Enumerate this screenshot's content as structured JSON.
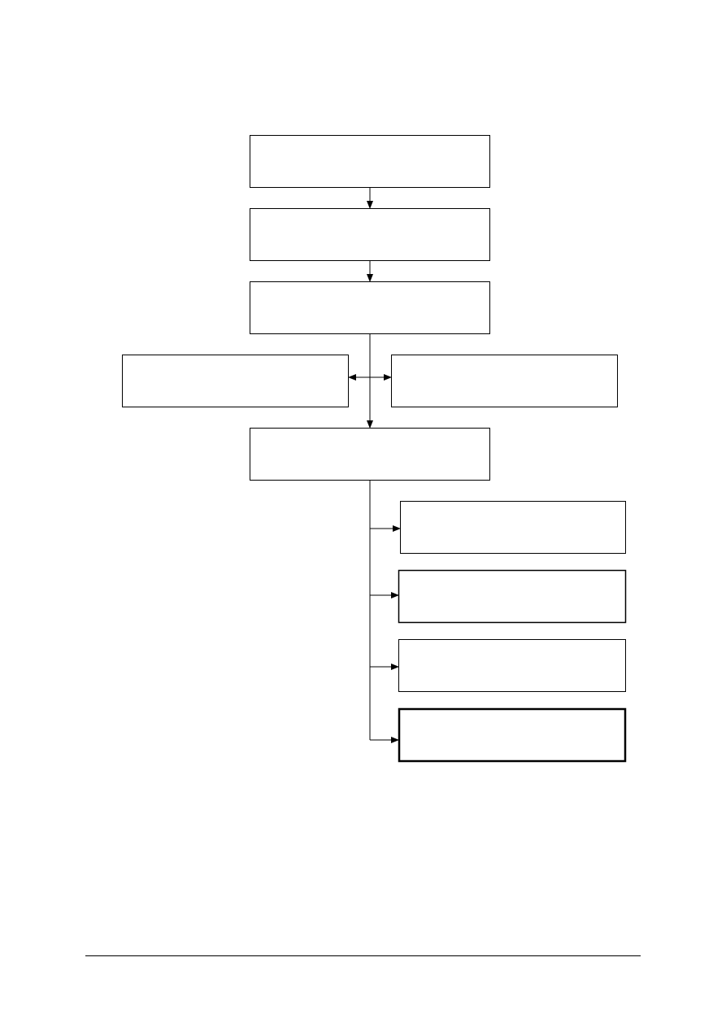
{
  "diagram": {
    "type": "flowchart",
    "stroke_color": "#000000",
    "background": "#ffffff",
    "nodes": [
      {
        "id": "box-1",
        "text": ""
      },
      {
        "id": "box-2",
        "text": ""
      },
      {
        "id": "box-3",
        "text": ""
      },
      {
        "id": "box-left",
        "text": ""
      },
      {
        "id": "box-right",
        "text": ""
      },
      {
        "id": "box-4",
        "text": ""
      },
      {
        "id": "branch-1",
        "text": ""
      },
      {
        "id": "branch-2",
        "text": ""
      },
      {
        "id": "branch-3",
        "text": ""
      },
      {
        "id": "branch-4",
        "text": ""
      }
    ],
    "edges": [
      {
        "from": "box-1",
        "to": "box-2",
        "direction": "one-way"
      },
      {
        "from": "box-2",
        "to": "box-3",
        "direction": "one-way"
      },
      {
        "from": "box-3",
        "to": "box-4",
        "direction": "one-way"
      },
      {
        "from": "box-left",
        "to": "box-right",
        "direction": "two-way"
      },
      {
        "from": "box-4",
        "to": "branch-1",
        "direction": "one-way"
      },
      {
        "from": "box-4",
        "to": "branch-2",
        "direction": "one-way"
      },
      {
        "from": "box-4",
        "to": "branch-3",
        "direction": "one-way"
      },
      {
        "from": "box-4",
        "to": "branch-4",
        "direction": "one-way"
      }
    ]
  }
}
